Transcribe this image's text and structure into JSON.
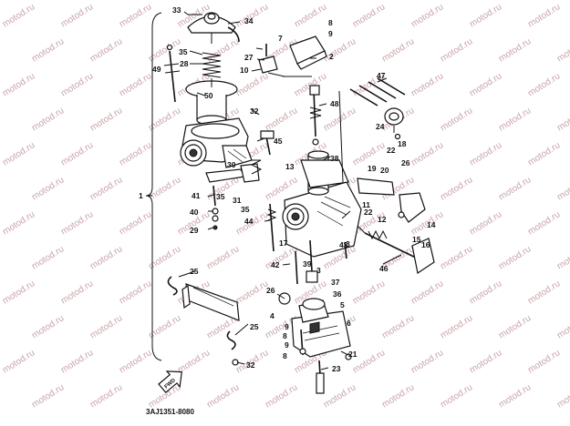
{
  "diagram_code": "3AJ1351-8080",
  "watermark_text": "motod.ru",
  "front_arrow_label": "FWD",
  "callouts": {
    "c1": "1",
    "c2": "2",
    "c3a": "3",
    "c3b": "3",
    "c4": "4",
    "c5": "5",
    "c6": "6",
    "c7": "7",
    "c8a": "8",
    "c8b": "8",
    "c8c": "8",
    "c9a": "9",
    "c9b": "9",
    "c9c": "9",
    "c10": "10",
    "c11": "11",
    "c12": "12",
    "c13": "13",
    "c14": "14",
    "c15": "15",
    "c16": "16",
    "c17": "17",
    "c18": "18",
    "c19": "19",
    "c20": "20",
    "c21": "21",
    "c22a": "22",
    "c22b": "22",
    "c23": "23",
    "c24": "24",
    "c25a": "25",
    "c25b": "25",
    "c26a": "26",
    "c26b": "26",
    "c27": "27",
    "c28": "28",
    "c29": "29",
    "c30": "30",
    "c31": "31",
    "c32a": "32",
    "c32b": "32",
    "c33": "33",
    "c34": "34",
    "c35a": "35",
    "c35b": "35",
    "c35c": "35",
    "c36": "36",
    "c37": "37",
    "c38": "38",
    "c39": "39",
    "c40": "40",
    "c41": "41",
    "c42": "42",
    "c43": "43",
    "c44": "44",
    "c45": "45",
    "c46": "46",
    "c47": "47",
    "c48": "48",
    "c49": "49",
    "c50": "50"
  }
}
